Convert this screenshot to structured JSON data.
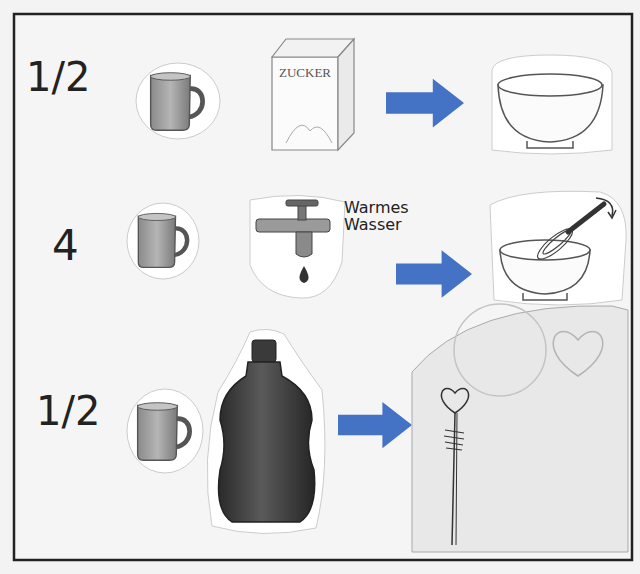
{
  "diagram": {
    "nodes": [
      {
        "text": [
          "ZUCKER"
        ]
      }
    ],
    "labels": [
      "1/2",
      "4",
      "Warmes Wasser",
      "1/2"
    ]
  }
}
